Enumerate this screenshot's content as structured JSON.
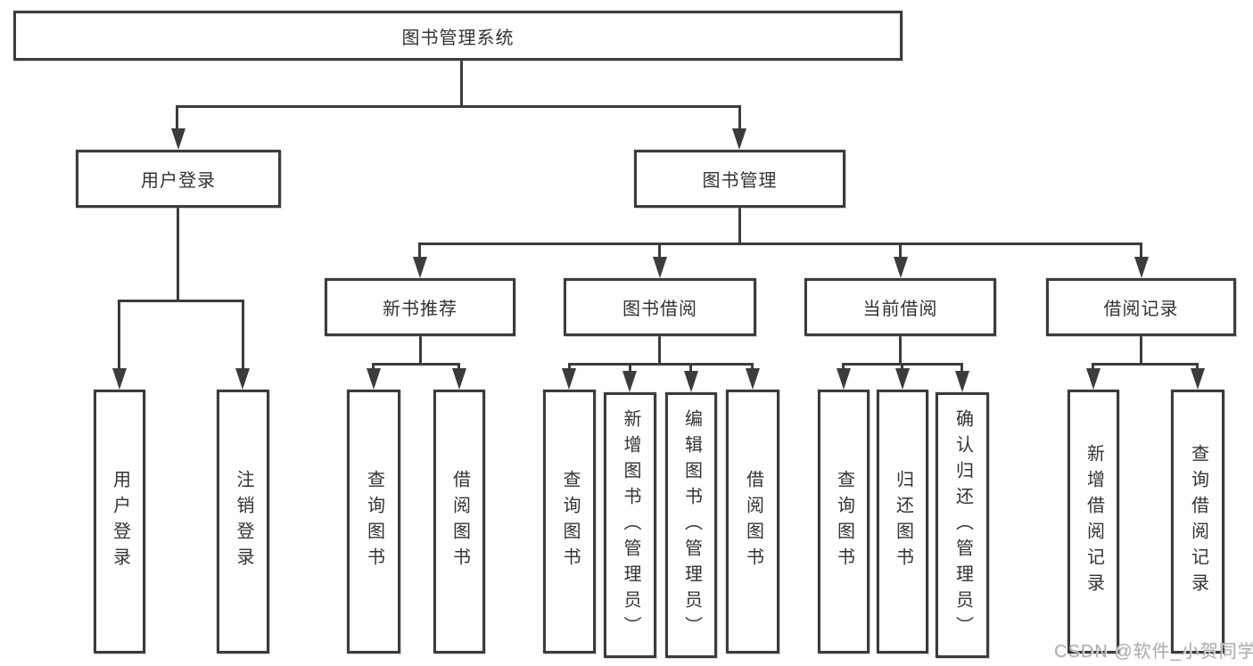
{
  "nodes": {
    "root": {
      "label": "图书管理系统"
    },
    "user_login": {
      "label": "用户登录"
    },
    "book_mgmt": {
      "label": "图书管理"
    },
    "new_book_rec": {
      "label": "新书推荐"
    },
    "book_borrow": {
      "label": "图书借阅"
    },
    "current_borrow": {
      "label": "当前借阅"
    },
    "borrow_records": {
      "label": "借阅记录"
    },
    "login_leaf": {
      "label": "用户登录"
    },
    "logout_leaf": {
      "label": "注销登录"
    },
    "nb_query": {
      "label": "查询图书"
    },
    "nb_borrow": {
      "label": "借阅图书"
    },
    "bb_query": {
      "label": "查询图书"
    },
    "bb_add": {
      "label": "新增图书（管理员）"
    },
    "bb_edit": {
      "label": "编辑图书（管理员）"
    },
    "bb_borrow": {
      "label": "借阅图书"
    },
    "cb_query": {
      "label": "查询图书"
    },
    "cb_return": {
      "label": "归还图书"
    },
    "cb_confirm": {
      "label": "确认归还（管理员）"
    },
    "br_add": {
      "label": "新增借阅记录"
    },
    "br_query": {
      "label": "查询借阅记录"
    }
  },
  "hierarchy": {
    "图书管理系统": {
      "用户登录": [
        "用户登录",
        "注销登录"
      ],
      "图书管理": {
        "新书推荐": [
          "查询图书",
          "借阅图书"
        ],
        "图书借阅": [
          "查询图书",
          "新增图书（管理员）",
          "编辑图书（管理员）",
          "借阅图书"
        ],
        "当前借阅": [
          "查询图书",
          "归还图书",
          "确认归还（管理员）"
        ],
        "借阅记录": [
          "新增借阅记录",
          "查询借阅记录"
        ]
      }
    }
  },
  "watermark": {
    "text": "CSDN @软件_小贺同学"
  },
  "colors": {
    "line": "#3c3c3c",
    "text": "#333333",
    "box_background": "#ffffff",
    "page_background": "#ffffff",
    "watermark": "#a8a8a8"
  }
}
